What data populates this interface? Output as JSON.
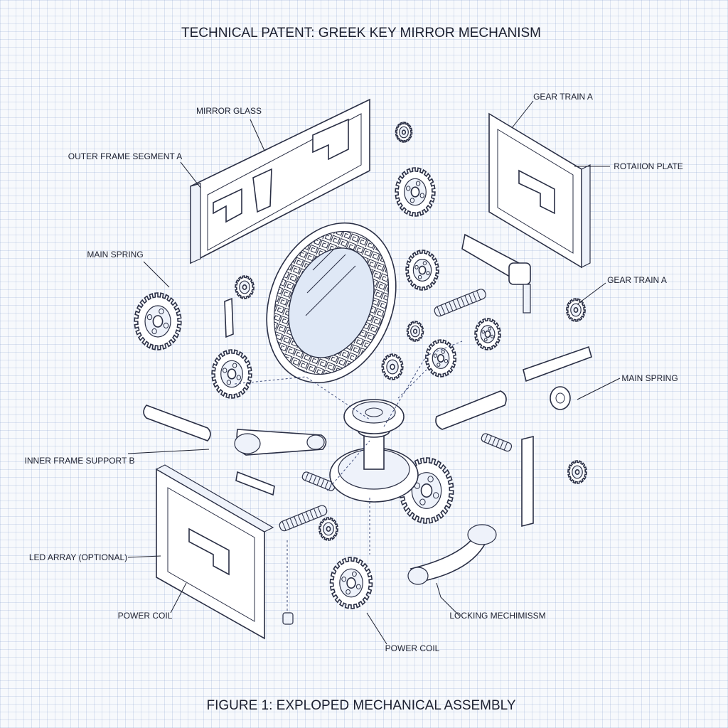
{
  "title": "TECHNICAL PATENT: GREEK KEY MIRROR MECHANISM",
  "caption": "FIGURE 1: EXPLOPED MECHANICAL ASSEMBLY",
  "labels": {
    "mirror_glass": "MIRROR GLASS",
    "outer_frame_segment_a": "OUTER FRAME SEGMENT A",
    "main_spring_left": "MAIN SPRING",
    "inner_frame_support_b": "INNER FRAME SUPPORT B",
    "led_array": "LED ARRAY (OPTIONAL)",
    "power_coil_left": "POWER COIL",
    "power_coil_bottom": "POWER COIL",
    "gear_train_a_top": "GEAR TRAIN A",
    "rotation_plate": "ROTAIION PLATE",
    "gear_train_a_right": "GEAR TRAIN A",
    "main_spring_right": "MAIN SPRING",
    "locking_mechanism": "LOCKING MECHIMISSM"
  }
}
